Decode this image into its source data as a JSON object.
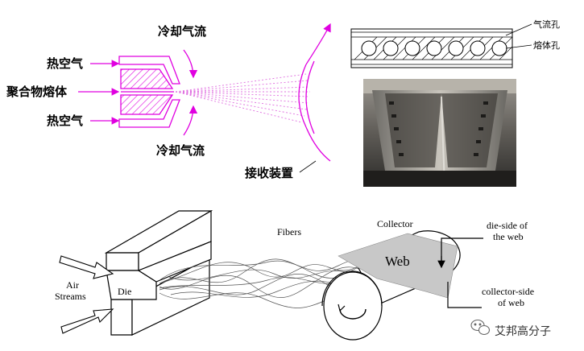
{
  "top_diagram": {
    "label_hot_air_top": "热空气",
    "label_polymer_melt": "聚合物熔体",
    "label_hot_air_bottom": "热空气",
    "label_cool_air_top": "冷却气流",
    "label_cool_air_bottom": "冷却气流",
    "label_collector": "接收装置",
    "label_air_hole": "气流孔",
    "label_melt_hole": "熔体孔"
  },
  "bottom_diagram": {
    "label_air_streams": "Air\nStreams",
    "label_die": "Die",
    "label_fibers": "Fibers",
    "label_collector": "Collector",
    "label_web": "Web",
    "label_die_side": "die-side of\nthe web",
    "label_collector_side": "collector-side\nof web"
  },
  "watermark": {
    "text": "艾邦高分子",
    "icon": "wechat-icon"
  },
  "colors": {
    "magenta": "#e000e0",
    "ink": "#000000",
    "web_gray": "#c8c8c8"
  }
}
